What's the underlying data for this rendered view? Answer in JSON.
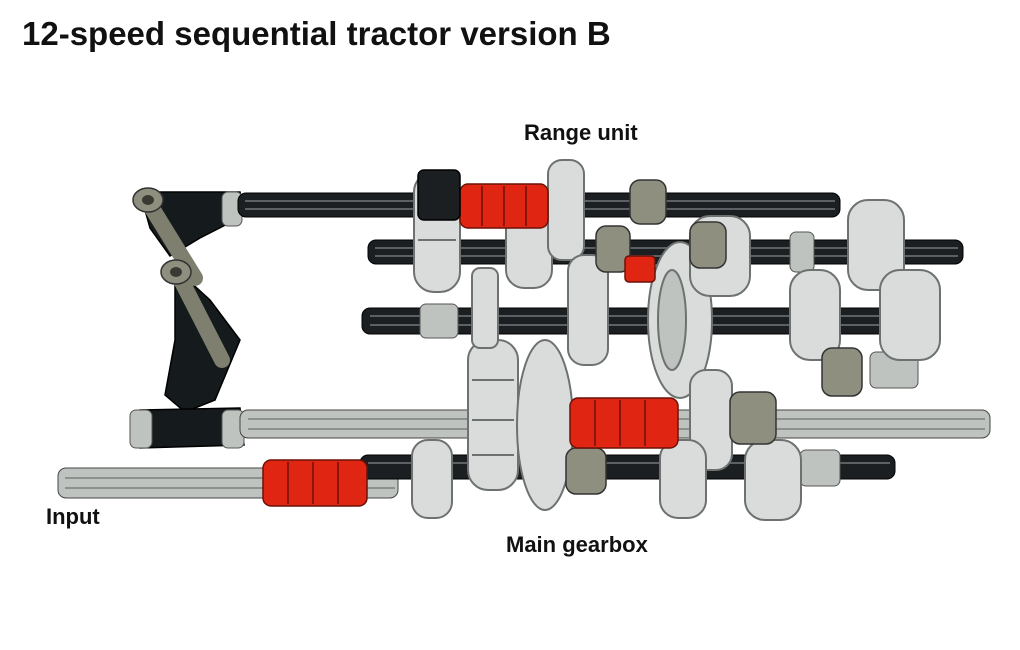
{
  "title": "12-speed sequential tractor version B",
  "labels": {
    "range_unit": "Range unit",
    "input": "Input",
    "main_gearbox": "Main gearbox"
  },
  "colors": {
    "axle_black": "#1b1f22",
    "axle_grey": "#bfc3bf",
    "gear_light": "#d9dcda",
    "gear_outline": "#6d7270",
    "clutch_red": "#e02612",
    "knob_olive": "#8f8f80",
    "beam_black": "#151a1d"
  }
}
